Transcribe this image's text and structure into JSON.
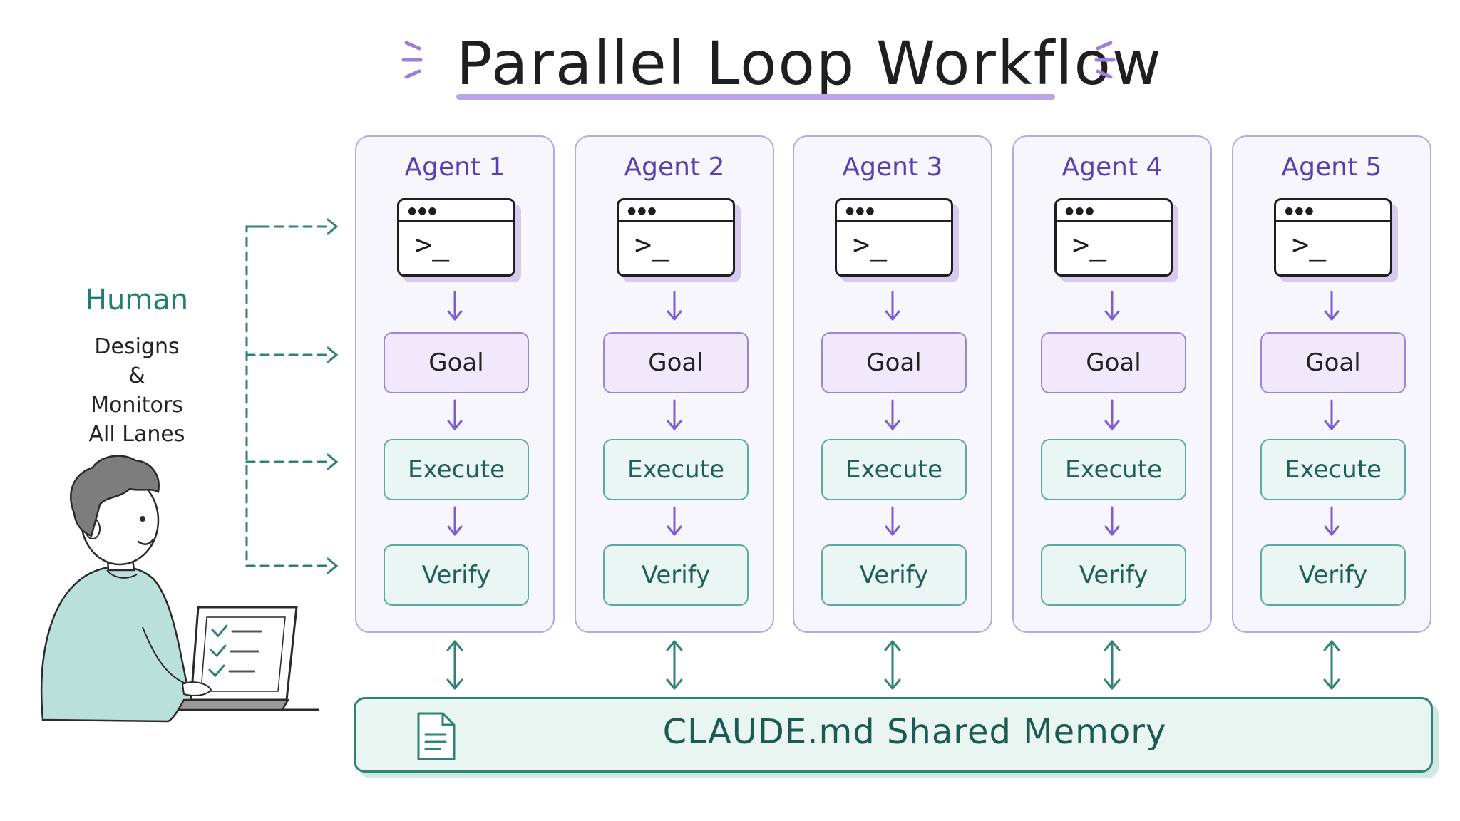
{
  "title": "Parallel Loop Workflow",
  "human": {
    "title": "Human",
    "description": [
      "Designs",
      "&",
      "Monitors",
      "All Lanes"
    ]
  },
  "lanes": [
    {
      "title": "Agent 1",
      "prompt": ">_",
      "steps": [
        "Goal",
        "Execute",
        "Verify"
      ]
    },
    {
      "title": "Agent 2",
      "prompt": ">_",
      "steps": [
        "Goal",
        "Execute",
        "Verify"
      ]
    },
    {
      "title": "Agent 3",
      "prompt": ">_",
      "steps": [
        "Goal",
        "Execute",
        "Verify"
      ]
    },
    {
      "title": "Agent 4",
      "prompt": ">_",
      "steps": [
        "Goal",
        "Execute",
        "Verify"
      ]
    },
    {
      "title": "Agent 5",
      "prompt": ">_",
      "steps": [
        "Goal",
        "Execute",
        "Verify"
      ]
    }
  ],
  "memory": {
    "label": "CLAUDE.md Shared Memory",
    "icon": "document-icon"
  },
  "colors": {
    "purple_accent": "#5a3fb0",
    "teal_accent": "#1f7f75"
  }
}
